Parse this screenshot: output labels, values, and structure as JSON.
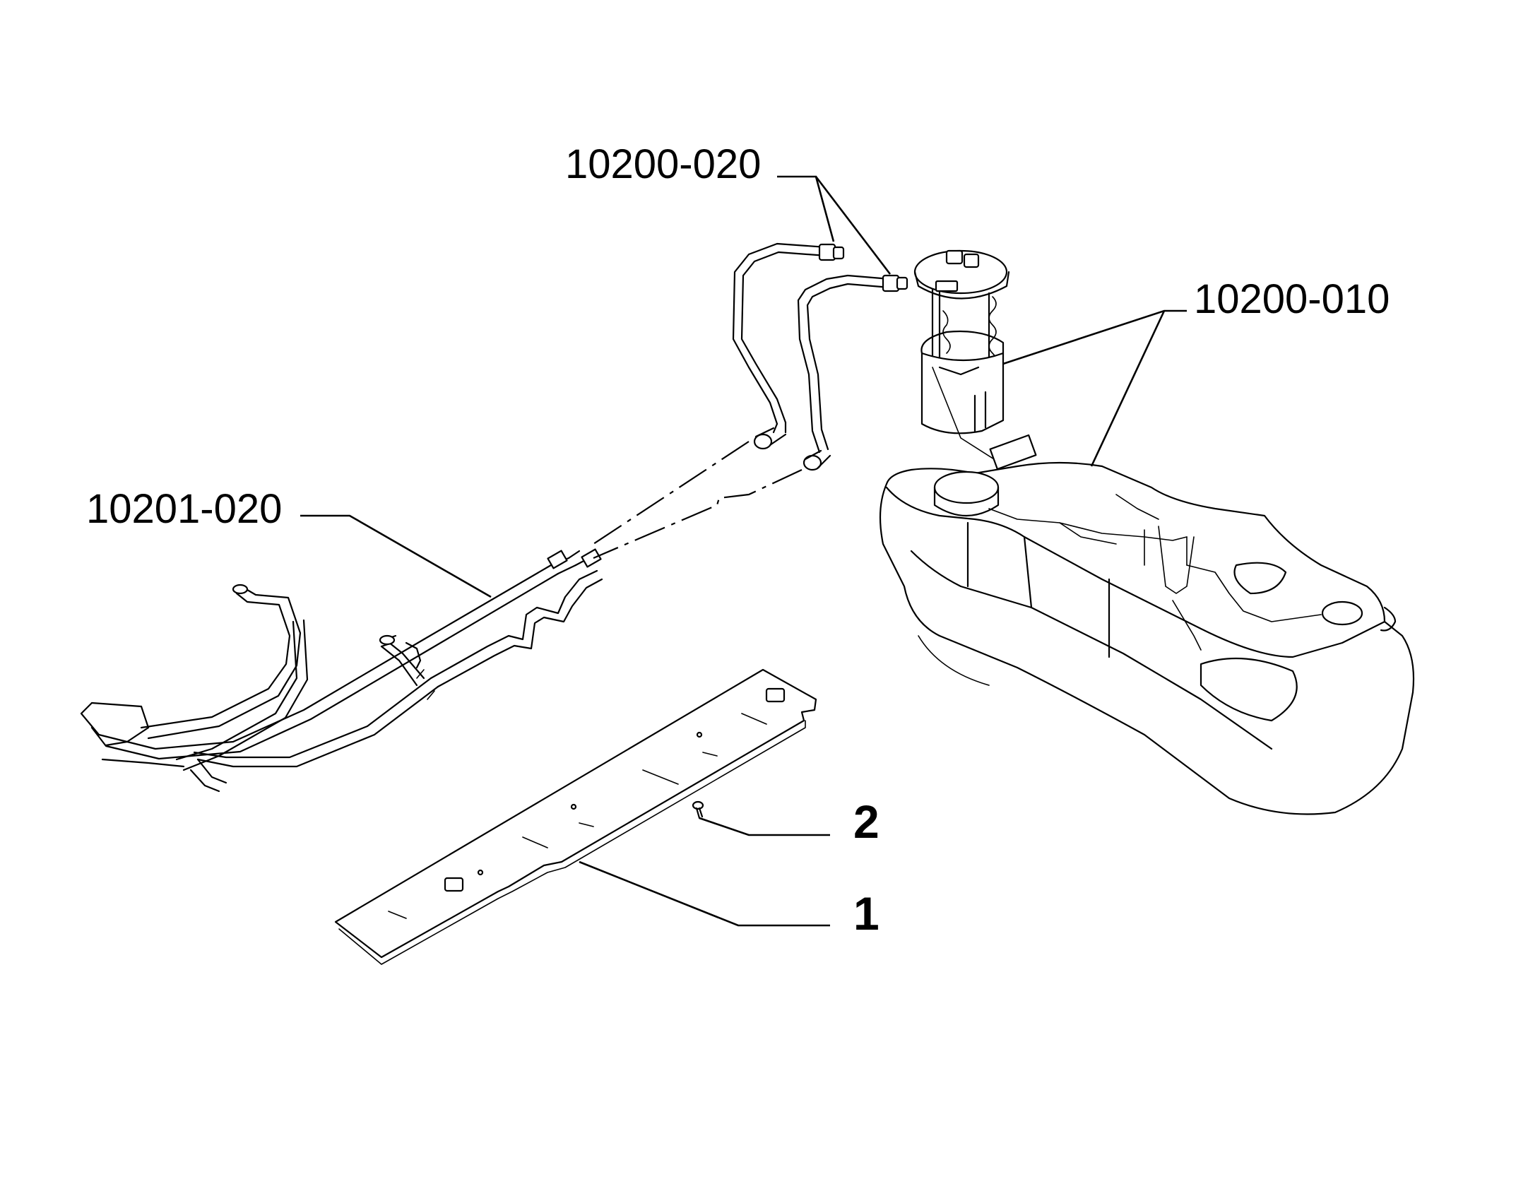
{
  "callouts": {
    "ref_10200_020": "10200-020",
    "ref_10200_010": "10200-010",
    "ref_10201_020": "10201-020",
    "item_2": "2",
    "item_1": "1"
  }
}
